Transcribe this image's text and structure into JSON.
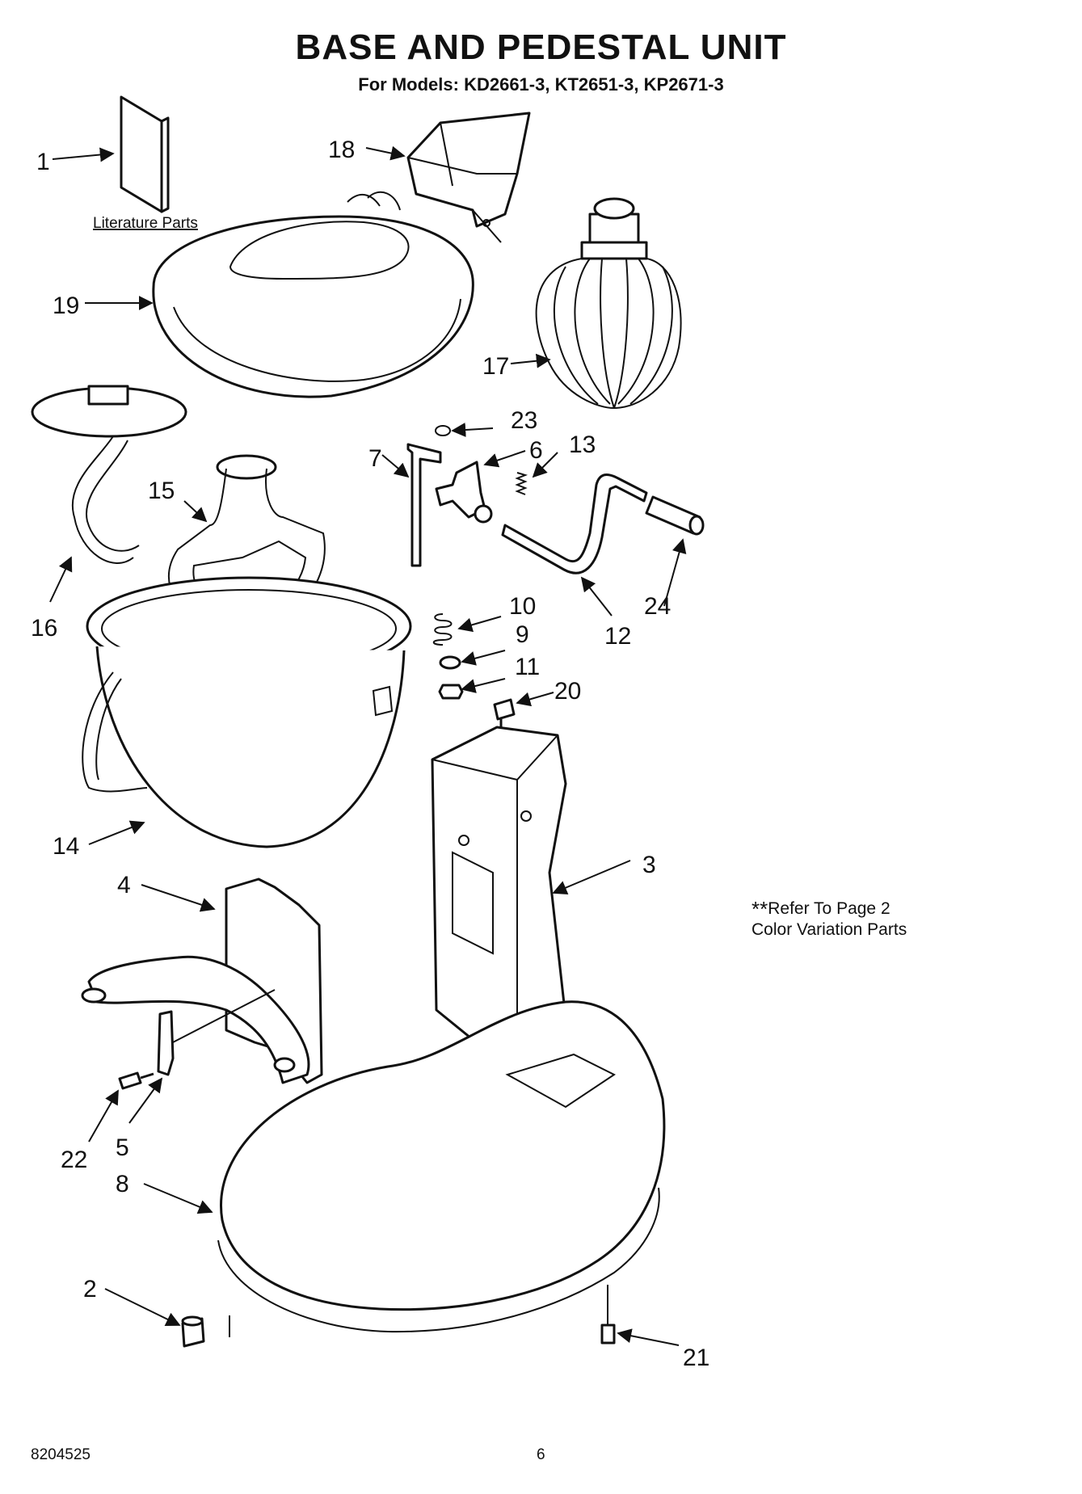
{
  "header": {
    "title": "BASE AND PEDESTAL UNIT",
    "subtitle": "For Models: KD2661-3, KT2651-3, KP2671-3"
  },
  "literature_label": "Literature Parts",
  "note": {
    "mark": "**",
    "line1": "Refer To Page 2",
    "line2": "Color Variation Parts"
  },
  "callouts": [
    "1",
    "2",
    "3",
    "4",
    "5",
    "6",
    "7",
    "8",
    "9",
    "10",
    "11",
    "12",
    "13",
    "14",
    "15",
    "16",
    "17",
    "18",
    "19",
    "20",
    "21",
    "22",
    "23",
    "24"
  ],
  "footer": {
    "doc_number": "8204525",
    "page_number": "6"
  }
}
